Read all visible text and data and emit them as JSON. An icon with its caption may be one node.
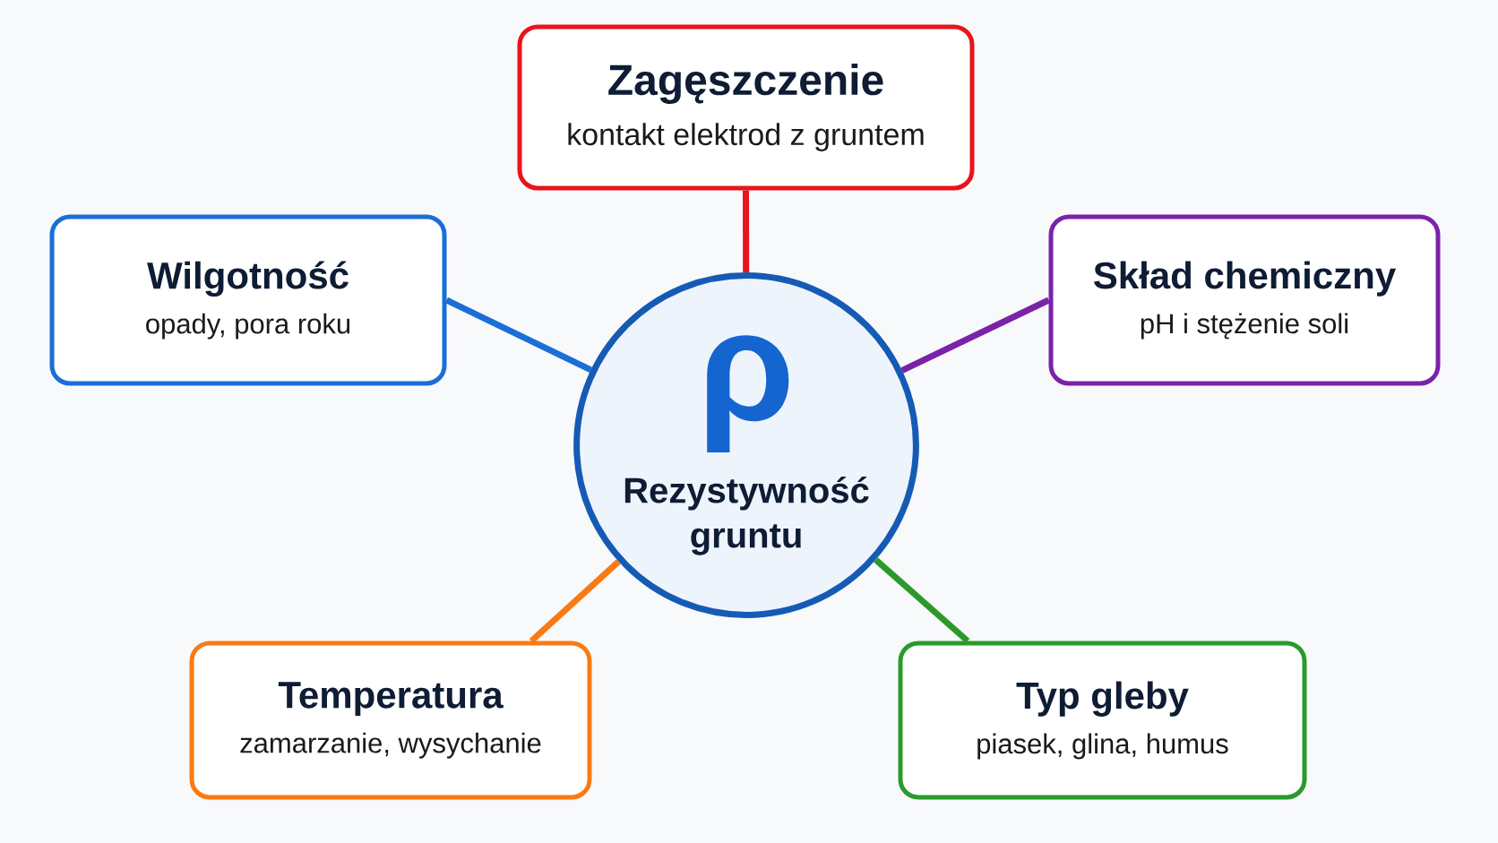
{
  "diagram": {
    "nodes": [
      {
        "text": [
          "Zagęszczenie",
          "kontakt elektrod z gruntem"
        ]
      },
      {
        "text": [
          "Wilgotność",
          "opady, pora roku"
        ]
      },
      {
        "text": [
          "Skład chemiczny",
          "pH i stężenie soli"
        ]
      },
      {
        "text": [
          "ρ",
          "Rezystywność gruntu"
        ]
      },
      {
        "text": [
          "Temperatura",
          "zamarzanie, wysychanie"
        ]
      },
      {
        "text": [
          "Typ gleby",
          "piasek, glina, humus"
        ]
      }
    ],
    "edges": [
      {
        "from": 3,
        "to": 0,
        "arrow": "none",
        "color": "#e8141c"
      },
      {
        "from": 3,
        "to": 1,
        "arrow": "none",
        "color": "#1a6fd6"
      },
      {
        "from": 3,
        "to": 2,
        "arrow": "none",
        "color": "#7a22a8"
      },
      {
        "from": 3,
        "to": 4,
        "arrow": "none",
        "color": "#f97a14"
      },
      {
        "from": 3,
        "to": 5,
        "arrow": "none",
        "color": "#2a9a2a"
      }
    ]
  }
}
